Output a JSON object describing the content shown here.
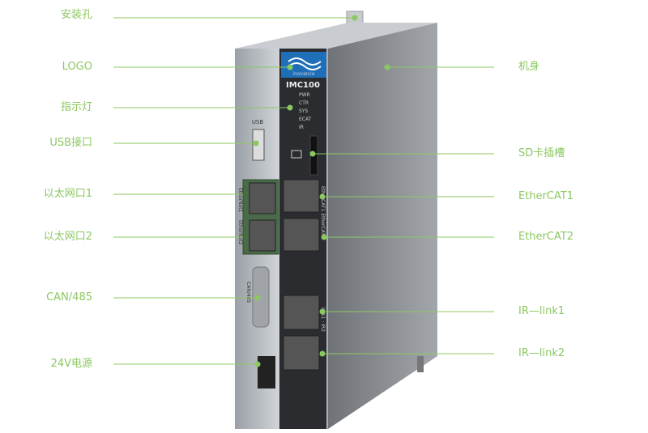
{
  "colors": {
    "label": "#8cc862",
    "leader": "#8cc862",
    "body": "#8a8d92",
    "front": "#b9bec4",
    "panel": "#2a2c2f",
    "logo": "#1e6fb8"
  },
  "labels_left": [
    {
      "text": "安装孔"
    },
    {
      "text": "LOGO"
    },
    {
      "text": "指示灯"
    },
    {
      "text": "USB接口"
    },
    {
      "text": "以太网口1"
    },
    {
      "text": "以太网口2"
    },
    {
      "text": "CAN/485"
    },
    {
      "text": "24V电源"
    }
  ],
  "labels_right": [
    {
      "text": "机身"
    },
    {
      "text": "SD卡插槽"
    },
    {
      "text": "EtherCAT1"
    },
    {
      "text": "EtherCAT2"
    },
    {
      "text": "IR—link1"
    },
    {
      "text": "IR—link2"
    }
  ],
  "device": {
    "brand": "inovance",
    "model": "IMC100",
    "leds": [
      "PWR",
      "CTR",
      "SYS",
      "ECAT",
      "IR"
    ],
    "usb": "USB",
    "eth1": "EtherNet1",
    "eth2": "EtherNet2",
    "can": "CAN/485",
    "ecat": "EtherCAT1 EtherCAT2",
    "ir": "link1 · IR2"
  }
}
